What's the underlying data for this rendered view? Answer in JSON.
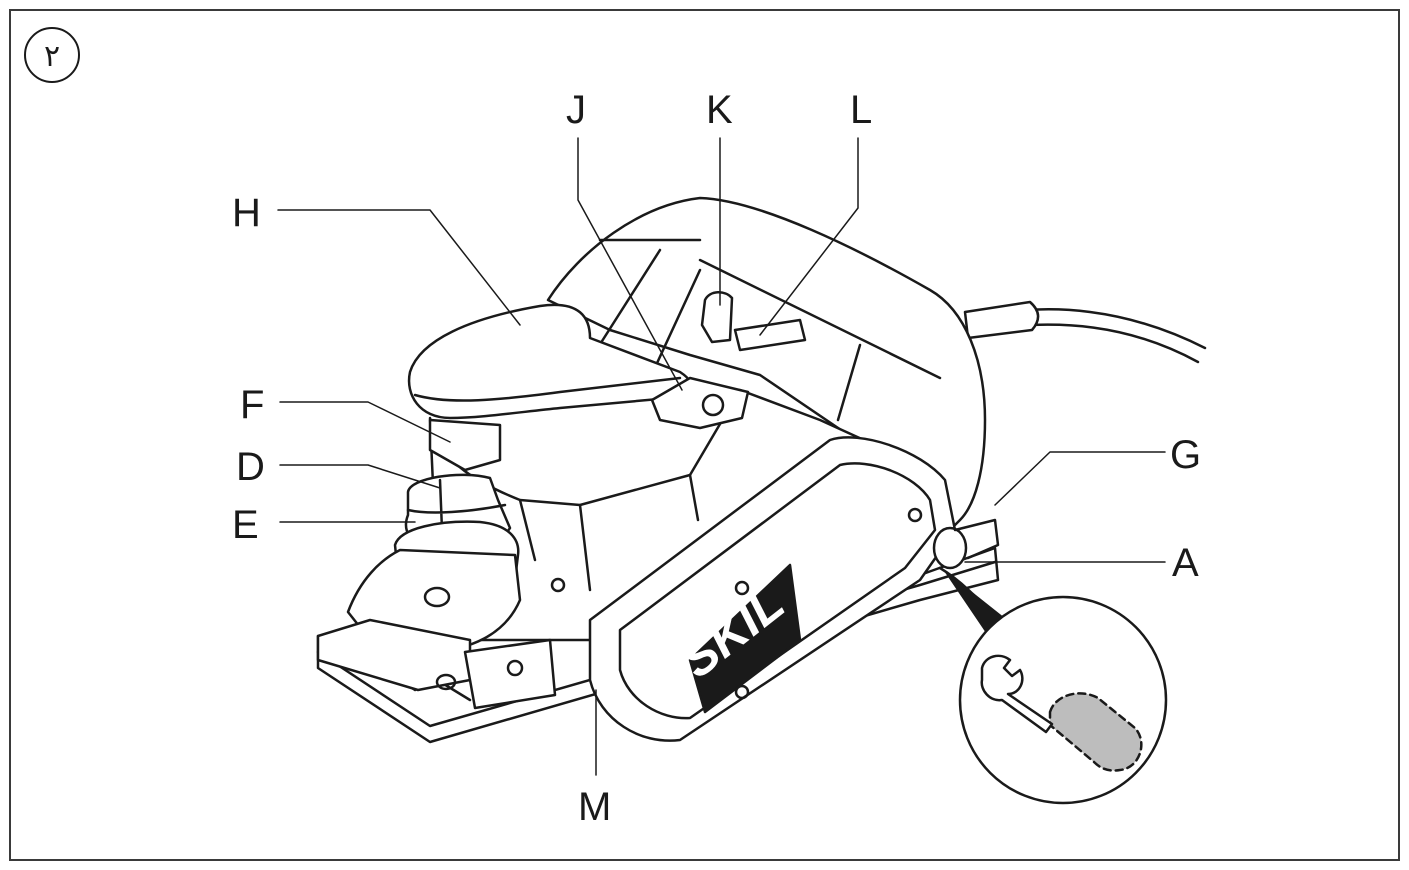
{
  "figure_number": "٢",
  "labels": {
    "A": "A",
    "D": "D",
    "E": "E",
    "F": "F",
    "G": "G",
    "H": "H",
    "J": "J",
    "K": "K",
    "L": "L",
    "M": "M"
  },
  "brand_logo": "SKIL",
  "colors": {
    "line": "#1a1a1a",
    "fill": "#ffffff",
    "inset_fill": "#bdbdbd"
  },
  "icons": [
    "wrench-icon",
    "carbon-brush-icon"
  ]
}
